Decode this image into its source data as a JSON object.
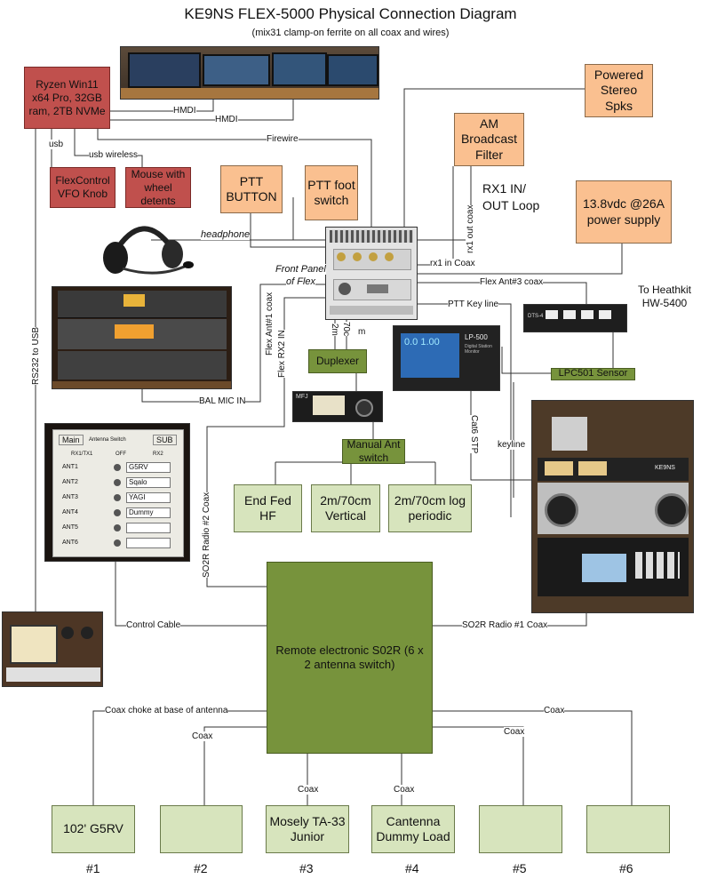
{
  "title": "KE9NS FLEX-5000 Physical Connection Diagram",
  "subtitle": "(mix31 clamp-on ferrite on all  coax and wires)",
  "boxes": {
    "pc": "Ryzen Win11 x64 Pro, 32GB ram, 2TB NVMe",
    "flexcontrol": "FlexControl VFO Knob",
    "mouse": "Mouse with wheel detents",
    "ptt_button": "PTT BUTTON",
    "ptt_foot": "PTT foot switch",
    "am_filter": "AM Broadcast Filter",
    "speakers": "Powered Stereo Spks",
    "power_supply": "13.8vdc @26A power supply",
    "duplexer": "Duplexer",
    "manual_switch": "Manual Ant switch",
    "end_fed": "End Fed HF",
    "vertical": "2m/70cm Vertical",
    "log_periodic": "2m/70cm log periodic",
    "lpc_sensor": "LPC501 Sensor",
    "s02r": "Remote electronic S02R (6 x 2 antenna switch)",
    "ant1": "102' G5RV",
    "ant2": "",
    "ant3": "Mosely TA-33 Junior",
    "ant4": "Cantenna Dummy Load",
    "ant5": "",
    "ant6": ""
  },
  "antenna_numbers": [
    "#1",
    "#2",
    "#3",
    "#4",
    "#5",
    "#6"
  ],
  "texts": {
    "rx1_loop": "RX1 IN/ OUT Loop",
    "heathkit": "To Heathkit HW-5400",
    "front_panel": "Front Panel",
    "of_flex": "of Flex",
    "headphone": "headphone"
  },
  "labels": {
    "hmdi1": "HMDI",
    "hmdi2": "HMDI",
    "firewire": "Firewire",
    "usb": "usb",
    "usb_wireless": "usb wireless",
    "rx1_out_coax": "rx1 out coax",
    "rx1_in_coax": "rx1 in Coax",
    "flex_ant3": "Flex Ant#3 coax",
    "ptt_key_line": "PTT Key line",
    "flex_ant1": "Flex Ant#1 coax",
    "flex_rx2": "Flex RX2 IN",
    "two_m": "2m",
    "seventy": "70c",
    "m_suffix": "m",
    "bal_mic": "BAL MIC IN",
    "rs232": "RS232 to USB",
    "cat6": "Cat6 STP",
    "keyline": "keyline",
    "so2r_radio2": "SO2R Radio #2 Coax",
    "control_cable": "Control Cable",
    "so2r_radio1": "SO2R Radio #1 Coax",
    "coax_choke": "Coax choke at base of antenna",
    "coax2": "Coax",
    "coax3": "Coax",
    "coax4": "Coax",
    "coax5": "Coax",
    "coax6": "Coax"
  },
  "switch_panel": {
    "main": "Main",
    "sub": "SUB",
    "header": "Antenna Switch",
    "rx_left": "RX1/TX1",
    "rx_right": "RX2",
    "off": "OFF",
    "rows": [
      {
        "ant": "ANT1",
        "name": "G5RV"
      },
      {
        "ant": "ANT2",
        "name": "Sqalo"
      },
      {
        "ant": "ANT3",
        "name": "YAGI"
      },
      {
        "ant": "ANT4",
        "name": "Dummy"
      },
      {
        "ant": "ANT5",
        "name": ""
      },
      {
        "ant": "ANT6",
        "name": ""
      }
    ]
  },
  "device_labels": {
    "lp500": "LP-500",
    "lp500_sub": "Digital Station Monitor",
    "lp500_reading": "0.0 1.00",
    "dts": "DTS-4",
    "mfj": "MFJ",
    "heathkit_brand": "KE9NS"
  },
  "colors": {
    "red_box": "#c0504d",
    "peach_box": "#fac090",
    "sage_box": "#d7e4bd",
    "olive_box": "#77933c",
    "line": "#333333"
  }
}
